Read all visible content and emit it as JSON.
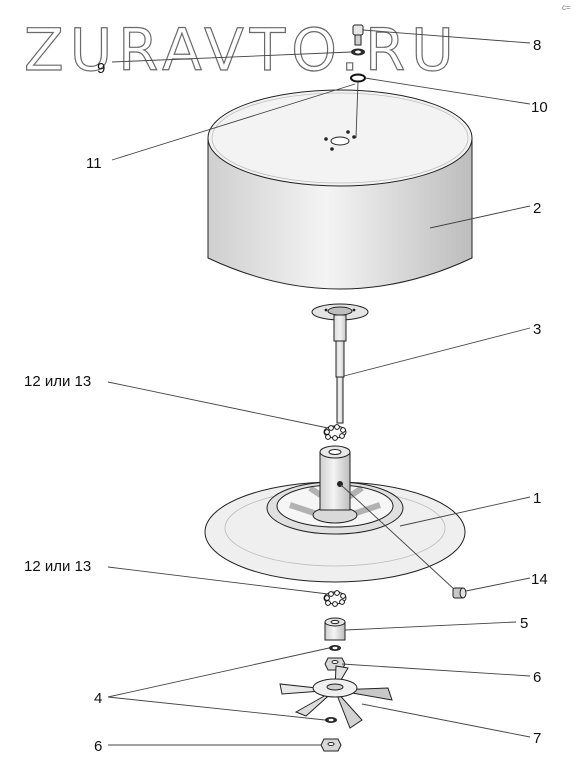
{
  "watermark": "ZURAVTO.RU",
  "corner_mark": "c=",
  "callouts": {
    "c8": "8",
    "c9": "9",
    "c10": "10",
    "c11": "11",
    "c2": "2",
    "c3": "3",
    "c12a": "12 или 13",
    "c1": "1",
    "c12b": "12 или 13",
    "c14": "14",
    "c5": "5",
    "c4": "4",
    "c6a": "6",
    "c7": "7",
    "c6b": "6"
  }
}
